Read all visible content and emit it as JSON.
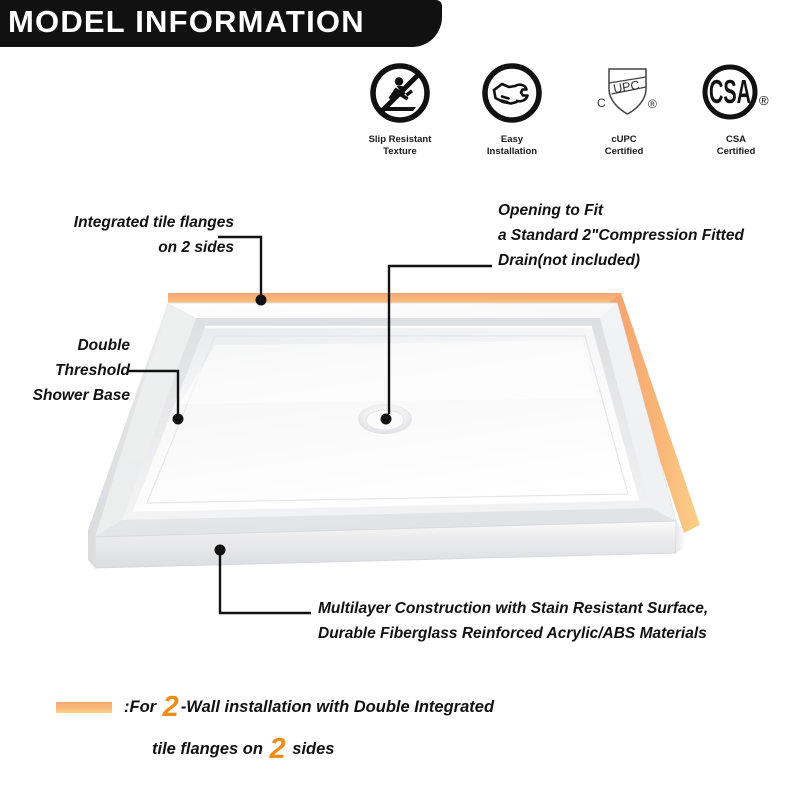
{
  "header": {
    "title": "MODEL INFORMATION"
  },
  "badges": [
    {
      "icon": "slip-resistant-icon",
      "label_line1": "Slip Resistant",
      "label_line2": "Texture"
    },
    {
      "icon": "easy-installation-icon",
      "label_line1": "Easy",
      "label_line2": "Installation"
    },
    {
      "icon": "cupc-shield-icon",
      "label_line1": "cUPC",
      "label_line2": "Certified",
      "shield_text": "UPC",
      "mark_left": "C",
      "mark_right": "®"
    },
    {
      "icon": "csa-icon",
      "label_line1": "CSA",
      "label_line2": "Certified",
      "monogram": "CSA",
      "mark_right": "®"
    }
  ],
  "callouts": {
    "flanges": {
      "line1": "Integrated tile flanges",
      "line2": "on 2 sides"
    },
    "opening": {
      "line1": "Opening to Fit",
      "line2": "a Standard 2\"Compression Fitted",
      "line3": "Drain(not included)"
    },
    "double_threshold": {
      "line1": "Double",
      "line2": "Threshold",
      "line3": "Shower Base"
    },
    "multilayer": {
      "line1": "Multilayer Construction with Stain Resistant Surface,",
      "line2": "Durable Fiberglass Reinforced Acrylic/ABS Materials"
    }
  },
  "legend": {
    "row1_prefix": ":For",
    "row1_number": "2",
    "row1_suffix": "-Wall installation with Double Integrated",
    "row2_prefix": "tile flanges on",
    "row2_number": "2",
    "row2_suffix": "sides"
  },
  "colors": {
    "header_background": "#111111",
    "header_text": "#ffffff",
    "flange_orange": "#f9b878",
    "accent_orange": "#f28c16",
    "base_white": "#f4f4f4",
    "line_black": "#111111"
  }
}
